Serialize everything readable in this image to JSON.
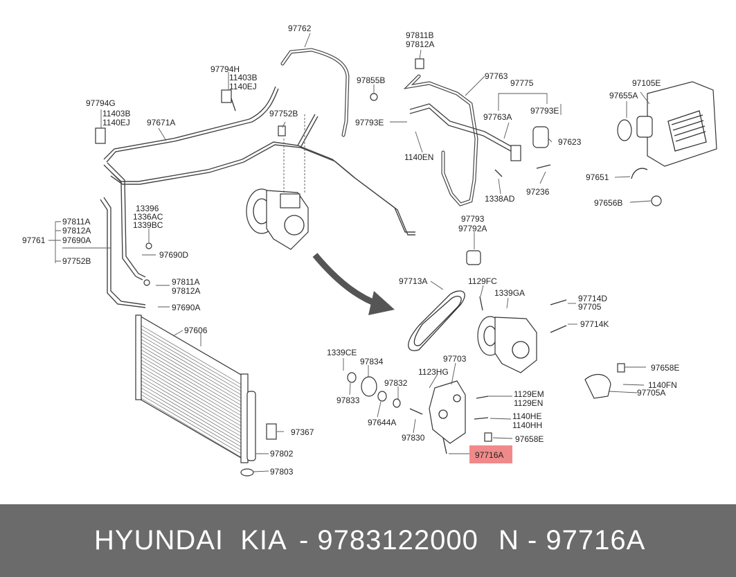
{
  "callouts": {
    "l97762": "97762",
    "l97811B": "97811B",
    "l97812A_top": "97812A",
    "l97794H": "97794H",
    "l11403B_a": "11403B",
    "l1140EJ_a": "1140EJ",
    "l97855B": "97855B",
    "l97763": "97763",
    "l97775": "97775",
    "l97105E": "97105E",
    "l97655A": "97655A",
    "l97794G": "97794G",
    "l11403B_b": "11403B",
    "l1140EJ_b": "1140EJ",
    "l97671A": "97671A",
    "l97752B_top": "97752B",
    "l97793E_a": "97793E",
    "l97763A": "97763A",
    "l97793E_b": "97793E",
    "l97623": "97623",
    "l1140EN": "1140EN",
    "l97651": "97651",
    "l97236": "97236",
    "l1338AD": "1338AD",
    "l97656B": "97656B",
    "l13396": "13396",
    "l1336AC": "1336AC",
    "l1339BC": "1339BC",
    "l97811A_left": "97811A",
    "l97812A_left": "97812A",
    "l97761": "97761",
    "l97690A_left": "97690A",
    "l97752B_left": "97752B",
    "l97690D": "97690D",
    "l97793": "97793",
    "l97792A": "97792A",
    "l97811A_mid": "97811A",
    "l97812A_mid": "97812A",
    "l97690A_mid": "97690A",
    "l97713A": "97713A",
    "l1129FC": "1129FC",
    "l1339GA": "1339GA",
    "l97714D": "97714D",
    "l97705": "97705",
    "l97714K": "97714K",
    "l97606": "97606",
    "l1339CE": "1339CE",
    "l97834": "97834",
    "l97703": "97703",
    "l1123HG": "1123HG",
    "l97832": "97832",
    "l97833": "97833",
    "l97658E_r": "97658E",
    "l1140FN": "1140FN",
    "l97705A": "97705A",
    "l1129EM": "1129EM",
    "l1129EN": "1129EN",
    "l97644A": "97644A",
    "l1140HE": "1140HE",
    "l1140HH": "1140HH",
    "l97830": "97830",
    "l97658E_b": "97658E",
    "l97367": "97367",
    "l97716A": "97716A",
    "l97802": "97802",
    "l97803": "97803"
  },
  "highlight": {
    "color": "#f08a8a"
  },
  "footer": {
    "brand": "HYUNDAI  KIA",
    "oem": "- 9783122000",
    "partno": "N - 97716A",
    "background": "#6b6b6b",
    "text_color": "#ffffff"
  }
}
